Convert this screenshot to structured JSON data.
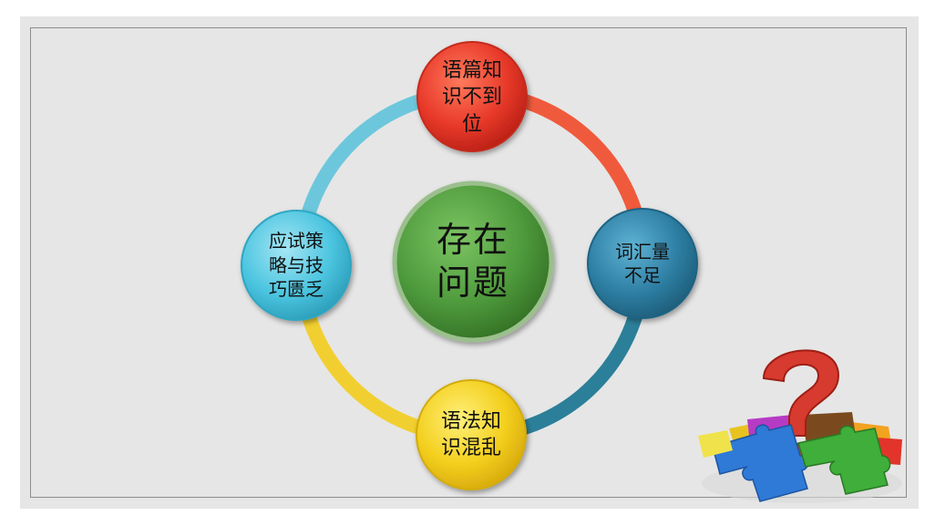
{
  "diagram": {
    "center": {
      "line1": "存在",
      "line2": "问题",
      "color": "#4e9a3c"
    },
    "nodes": {
      "top": {
        "lines": [
          "语篇知",
          "识不到",
          "位"
        ],
        "color": "#e8392a"
      },
      "right": {
        "lines": [
          "词汇量",
          "不足"
        ],
        "color": "#2e7fa4"
      },
      "bottom": {
        "lines": [
          "语法知",
          "识混乱"
        ],
        "color": "#f3cf1d"
      },
      "left": {
        "lines": [
          "应试策",
          "略与技",
          "巧匮乏"
        ],
        "color": "#4cc5e0"
      }
    },
    "arcs": {
      "top_right": "#f05a3c",
      "right_bottom": "#2b7f99",
      "bottom_left": "#f2cf30",
      "left_top": "#6dc7dc"
    }
  },
  "decoration": {
    "icon": "puzzle-question-mark-icon"
  }
}
